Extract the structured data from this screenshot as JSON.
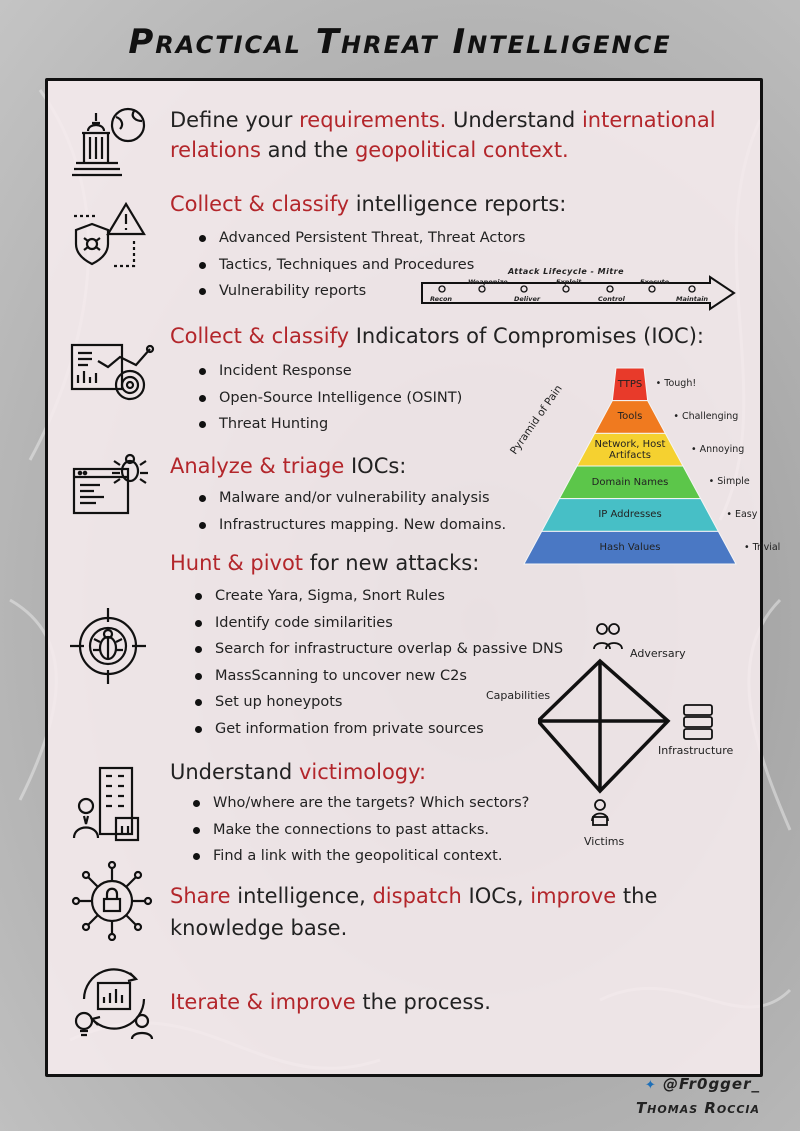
{
  "title": "Practical Threat Intelligence",
  "sections": [
    {
      "parts": [
        {
          "t": "Define your ",
          "h": false
        },
        {
          "t": "requirements.",
          "h": true
        },
        {
          "t": " Understand ",
          "h": false
        },
        {
          "t": "international",
          "h": true
        }
      ],
      "parts2": [
        {
          "t": "relations",
          "h": true
        },
        {
          "t": " and the ",
          "h": false
        },
        {
          "t": "geopolitical context.",
          "h": true
        }
      ]
    },
    {
      "parts": [
        {
          "t": "Collect & classify",
          "h": true
        },
        {
          "t": " intelligence reports:",
          "h": false
        }
      ],
      "bullets": [
        "Advanced Persistent Threat, Threat Actors",
        "Tactics, Techniques and Procedures",
        "Vulnerability reports"
      ]
    },
    {
      "parts": [
        {
          "t": "Collect & classify",
          "h": true
        },
        {
          "t": " Indicators of Compromises (IOC):",
          "h": false
        }
      ],
      "bullets": [
        "Incident Response",
        "Open-Source Intelligence (OSINT)",
        "Threat Hunting"
      ]
    },
    {
      "parts": [
        {
          "t": "Analyze & triage",
          "h": true
        },
        {
          "t": " IOCs:",
          "h": false
        }
      ],
      "bullets": [
        "Malware and/or vulnerability analysis",
        "Infrastructures mapping. New domains."
      ]
    },
    {
      "parts": [
        {
          "t": "Hunt & pivot",
          "h": true
        },
        {
          "t": " for new attacks:",
          "h": false
        }
      ],
      "bullets": [
        "Create Yara, Sigma, Snort Rules",
        "Identify code similarities",
        "Search for infrastructure overlap & passive DNS",
        "MassScanning to uncover new C2s",
        "Set up honeypots",
        "Get information from private sources"
      ]
    },
    {
      "parts": [
        {
          "t": "Understand ",
          "h": false
        },
        {
          "t": "victimology:",
          "h": true
        }
      ],
      "bullets": [
        "Who/where are the targets? Which sectors?",
        "Make the connections to past attacks.",
        "Find a link with the geopolitical context."
      ]
    },
    {
      "parts": [
        {
          "t": "Share",
          "h": true
        },
        {
          "t": " intelligence, ",
          "h": false
        },
        {
          "t": "dispatch",
          "h": true
        },
        {
          "t": " IOCs, ",
          "h": false
        },
        {
          "t": "improve",
          "h": true
        },
        {
          "t": " the",
          "h": false
        }
      ],
      "parts2": [
        {
          "t": "knowledge base.",
          "h": false
        }
      ]
    },
    {
      "parts": [
        {
          "t": "Iterate & improve",
          "h": true
        },
        {
          "t": " the process.",
          "h": false
        }
      ]
    }
  ],
  "mitre": {
    "title": "Attack Lifecycle - Mitre",
    "stages": [
      "Recon",
      "Weaponize",
      "Deliver",
      "Exploit",
      "Control",
      "Execute",
      "Maintain"
    ]
  },
  "pyramid": {
    "axis_label": "Pyramid of Pain",
    "levels": [
      {
        "name": "TTPS",
        "pain": "Tough!",
        "color": "#e83a2a"
      },
      {
        "name": "Tools",
        "pain": "Challenging",
        "color": "#f07a1f"
      },
      {
        "name": "Network, Host Artifacts",
        "pain": "Annoying",
        "color": "#f5d130"
      },
      {
        "name": "Domain Names",
        "pain": "Simple",
        "color": "#5cc64a"
      },
      {
        "name": "IP Addresses",
        "pain": "Easy",
        "color": "#47bfc6"
      },
      {
        "name": "Hash Values",
        "pain": "Trivial",
        "color": "#4a78c4"
      }
    ]
  },
  "diamond": {
    "adversary": "Adversary",
    "capabilities": "Capabilities",
    "infrastructure": "Infrastructure",
    "victims": "Victims"
  },
  "footer": {
    "handle": "@Fr0gger_",
    "author": "Thomas Roccia"
  }
}
